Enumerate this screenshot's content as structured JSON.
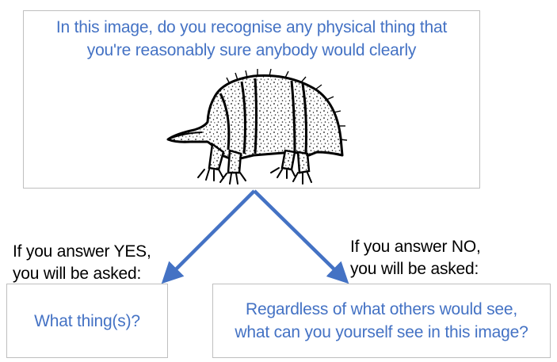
{
  "colors": {
    "question_text": "#4472c4",
    "arrow": "#4472c4",
    "label_text": "#000000",
    "box_border": "#bfbfbf"
  },
  "top_box": {
    "question_line1": "In this image, do you recognise any physical thing that",
    "question_line2": "you're reasonably sure anybody would clearly",
    "illustration": "armadillo-line-drawing"
  },
  "branches": {
    "yes": {
      "label_line1": "If you answer YES,",
      "label_line2": "you will be asked:",
      "question": "What thing(s)?"
    },
    "no": {
      "label_line1": "If you answer NO,",
      "label_line2": "you will be asked:",
      "question_line1": "Regardless of what others would see,",
      "question_line2": "what can you yourself see in this image?"
    }
  }
}
